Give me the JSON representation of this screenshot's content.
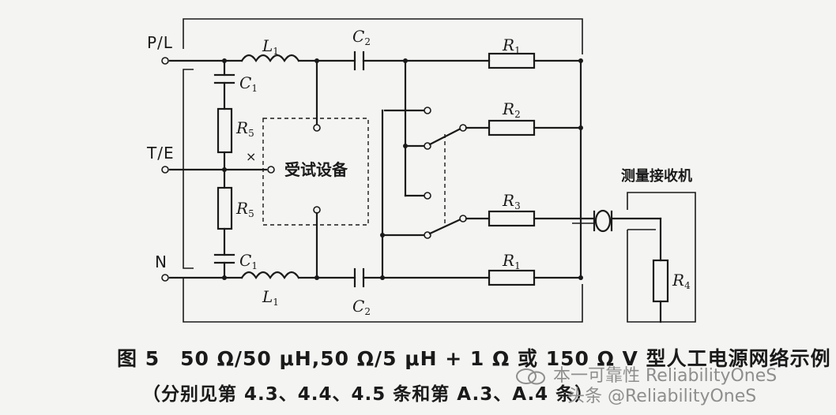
{
  "terminals": {
    "phase": "P/L",
    "earth": "T/E",
    "neutral": "N"
  },
  "components": {
    "L1_top": "L",
    "L1_top_sub": "1",
    "L1_bot": "L",
    "L1_bot_sub": "1",
    "C1_top": "C",
    "C1_top_sub": "1",
    "C1_bot": "C",
    "C1_bot_sub": "1",
    "C2_top": "C",
    "C2_top_sub": "2",
    "C2_bot": "C",
    "C2_bot_sub": "2",
    "R1_top": "R",
    "R1_top_sub": "1",
    "R1_bot": "R",
    "R1_bot_sub": "1",
    "R2": "R",
    "R2_sub": "2",
    "R3": "R",
    "R3_sub": "3",
    "R4": "R",
    "R4_sub": "4",
    "R5_top": "R",
    "R5_top_sub": "5",
    "R5_bot": "R",
    "R5_bot_sub": "5"
  },
  "eut_label": "受试设备",
  "receiver_label": "测量接收机",
  "cross_mark": "×",
  "caption": {
    "line1": "图 5　50 Ω/50 μH,50 Ω/5 μH + 1 Ω 或 150 Ω V 型人工电源网络示例",
    "line2": "（分别见第 4.3、4.4、4.5 条和第 A.3、A.4 条）"
  },
  "watermark": {
    "line1": "本一可靠性 ReliabilityOneS",
    "line2": "头条 @ReliabilityOneS"
  }
}
